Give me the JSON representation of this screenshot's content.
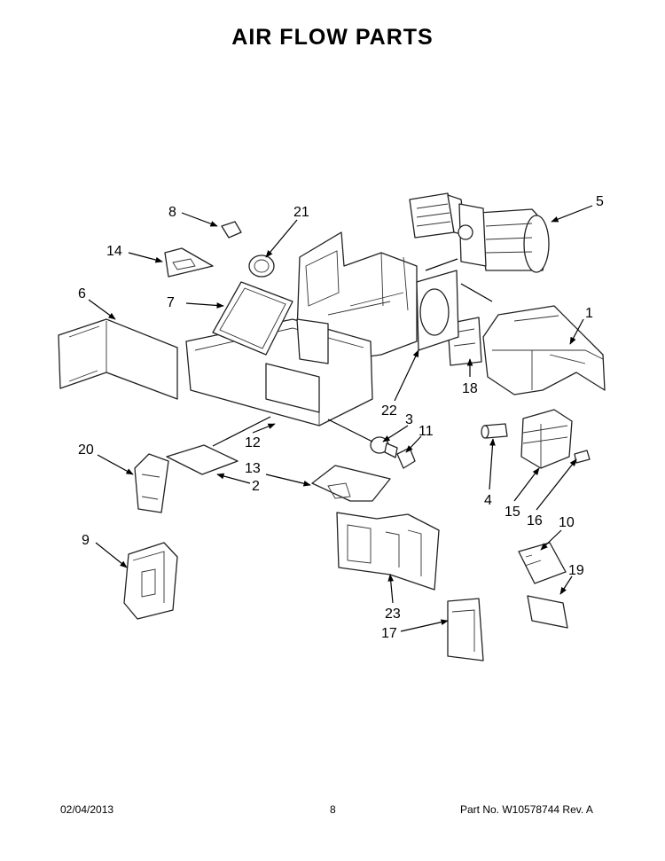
{
  "title": "AIR FLOW PARTS",
  "callouts": [
    "1",
    "2",
    "3",
    "4",
    "5",
    "6",
    "7",
    "8",
    "9",
    "10",
    "11",
    "12",
    "13",
    "14",
    "15",
    "16",
    "17",
    "18",
    "19",
    "20",
    "21",
    "22",
    "23"
  ],
  "footer": {
    "date": "02/04/2013",
    "page": "8",
    "part_number": "Part No.  W10578744  Rev.  A"
  },
  "colors": {
    "line": "#000000",
    "background": "#ffffff"
  }
}
